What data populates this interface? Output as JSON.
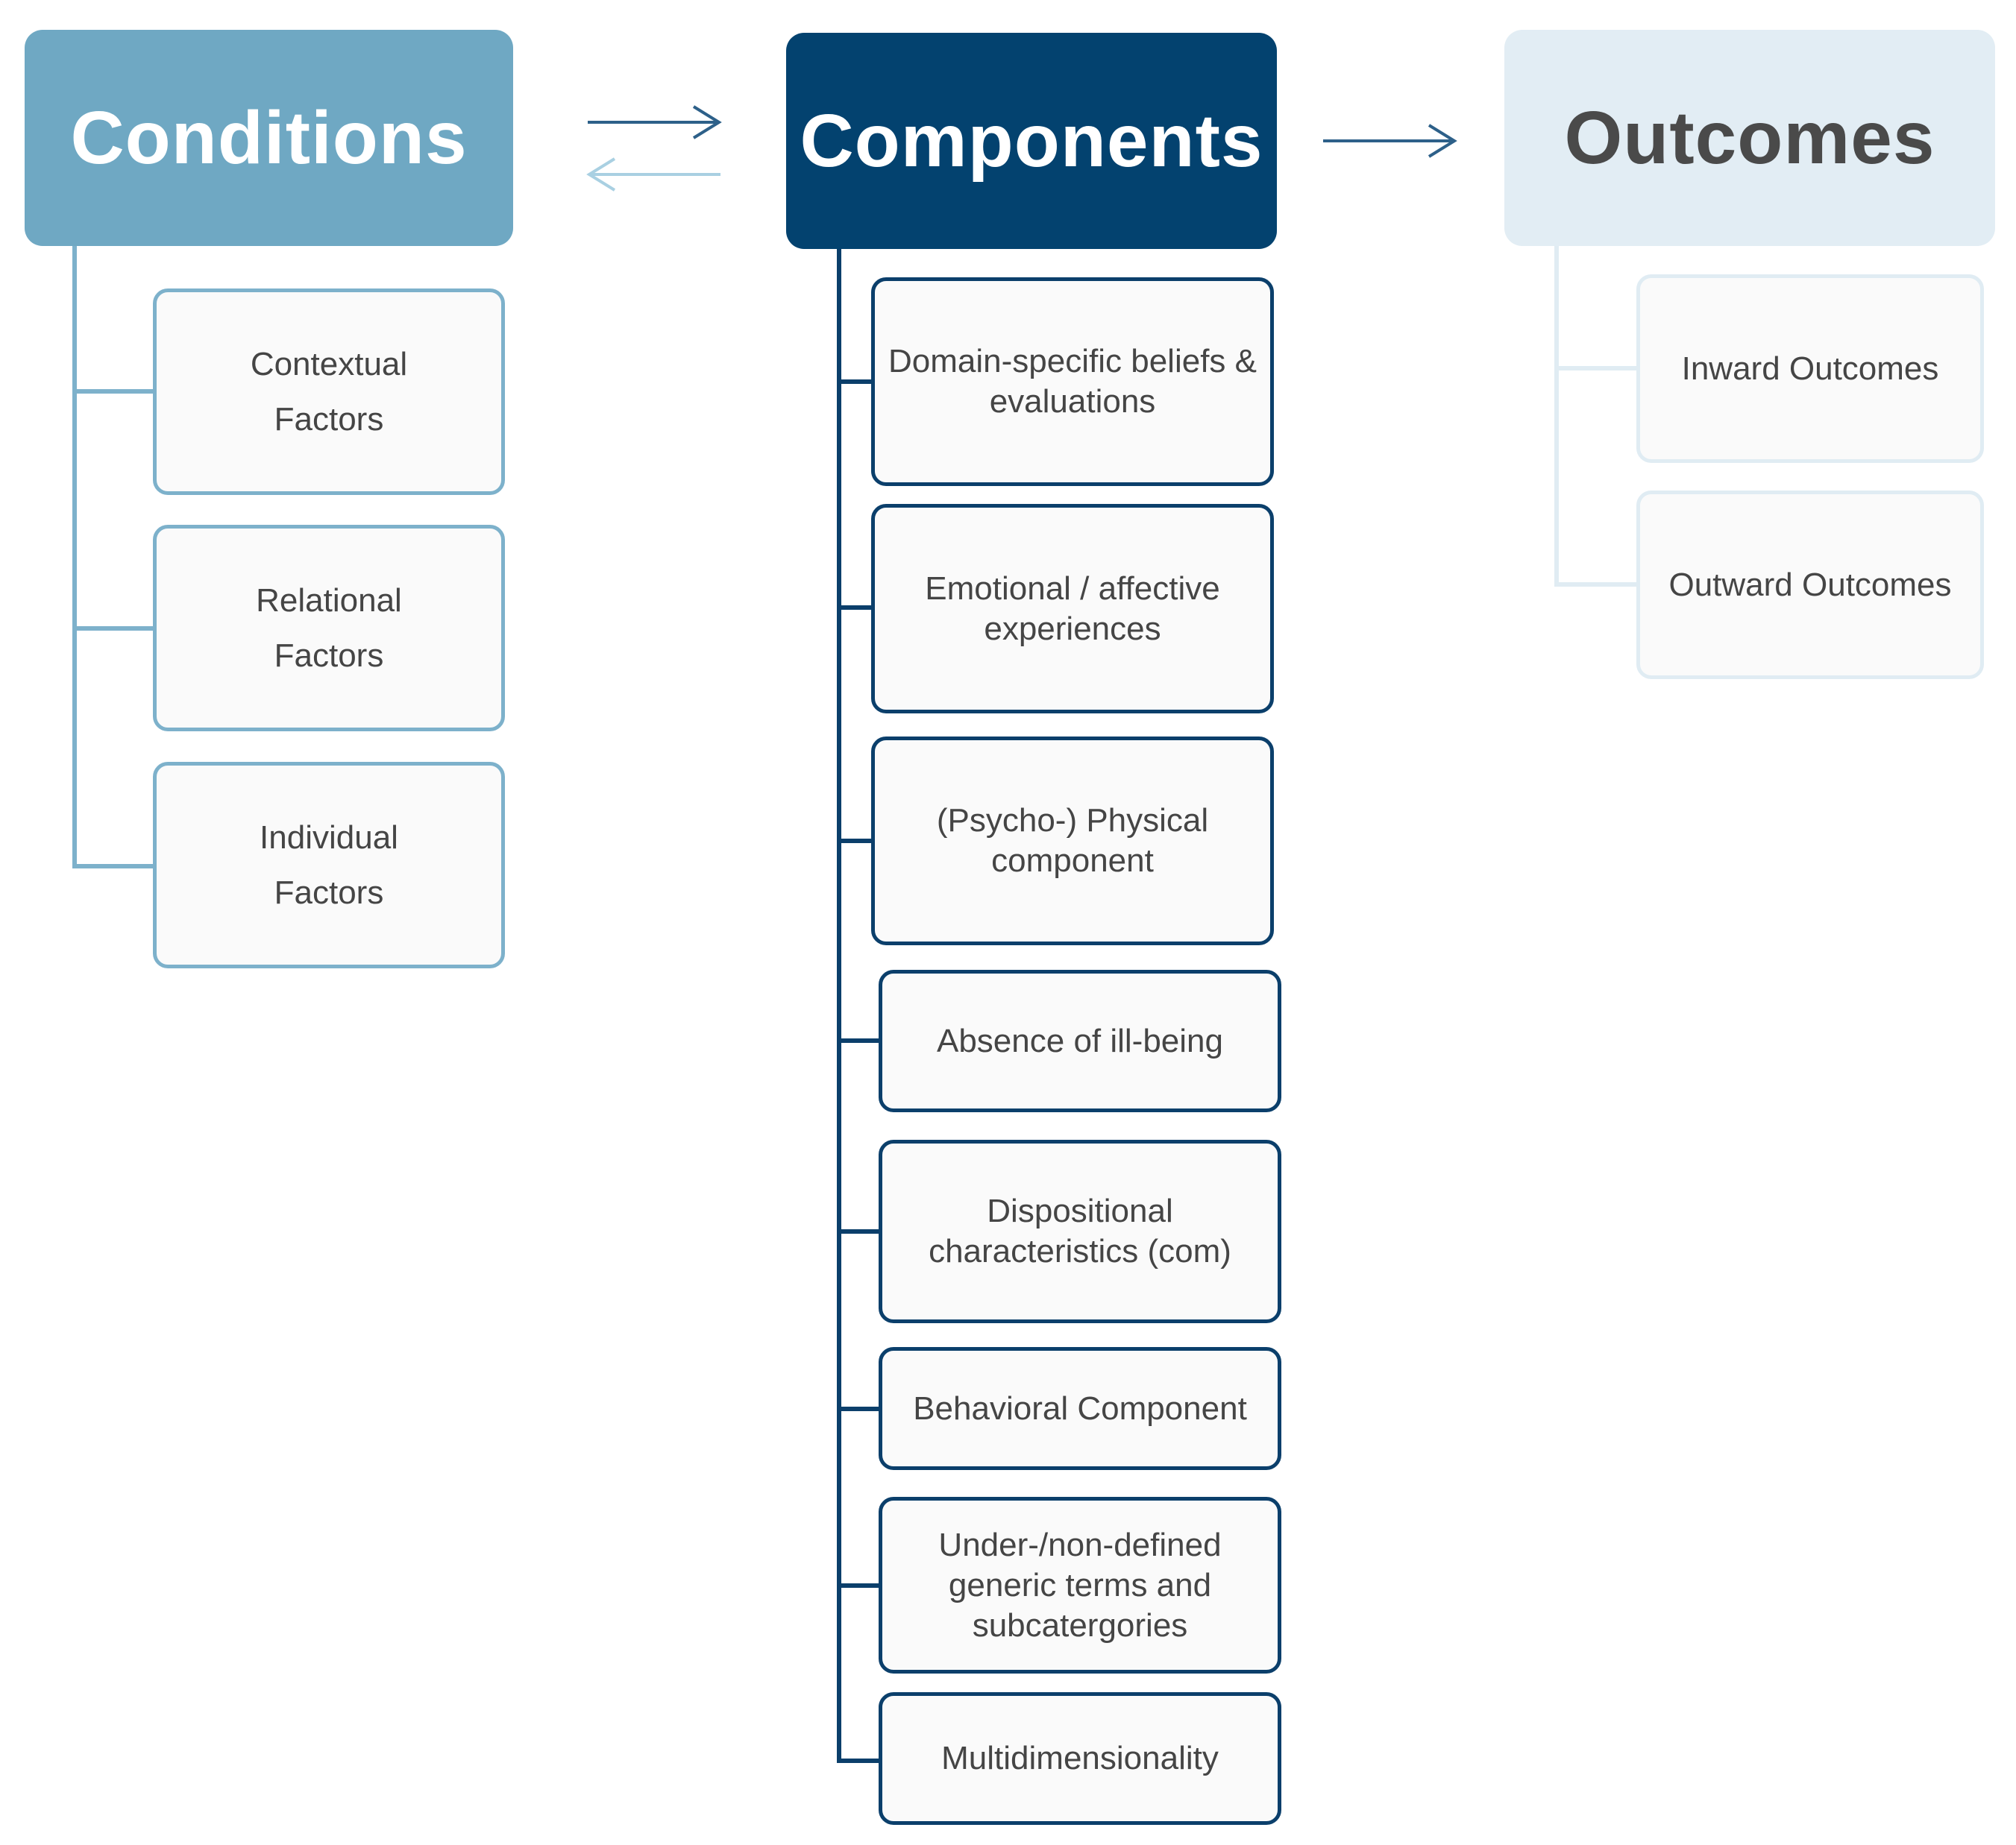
{
  "colors": {
    "conditions": "#6fa8c3",
    "conditions_border": "#7db1cb",
    "components": "#03426f",
    "components_border": "#0b3f6b",
    "outcomes": "#e2edf4",
    "outcomes_border": "#e0ecf3",
    "outcomes_text": "#4a4a4a",
    "box_background": "#fafafa",
    "arrow_forward": "#2d6089",
    "arrow_back": "#a9d0e2"
  },
  "conditions": {
    "title": "Conditions",
    "items": [
      "Contextual\nFactors",
      "Relational\nFactors",
      "Individual\nFactors"
    ]
  },
  "components": {
    "title": "Components",
    "items": [
      "Domain-specific beliefs &\nevaluations",
      "Emotional / affective\nexperiences",
      "(Psycho-) Physical\ncomponent",
      "Absence of ill-being",
      "Dispositional\ncharacteristics (com)",
      "Behavioral Component",
      "Under-/non-defined\ngeneric terms and\nsubcatergories",
      "Multidimensionality"
    ]
  },
  "outcomes": {
    "title": "Outcomes",
    "items": [
      "Inward Outcomes",
      "Outward Outcomes"
    ]
  },
  "arrows": {
    "conditions_to_components": "right-arrow-icon",
    "components_to_conditions": "left-arrow-icon",
    "components_to_outcomes": "right-arrow-icon"
  }
}
